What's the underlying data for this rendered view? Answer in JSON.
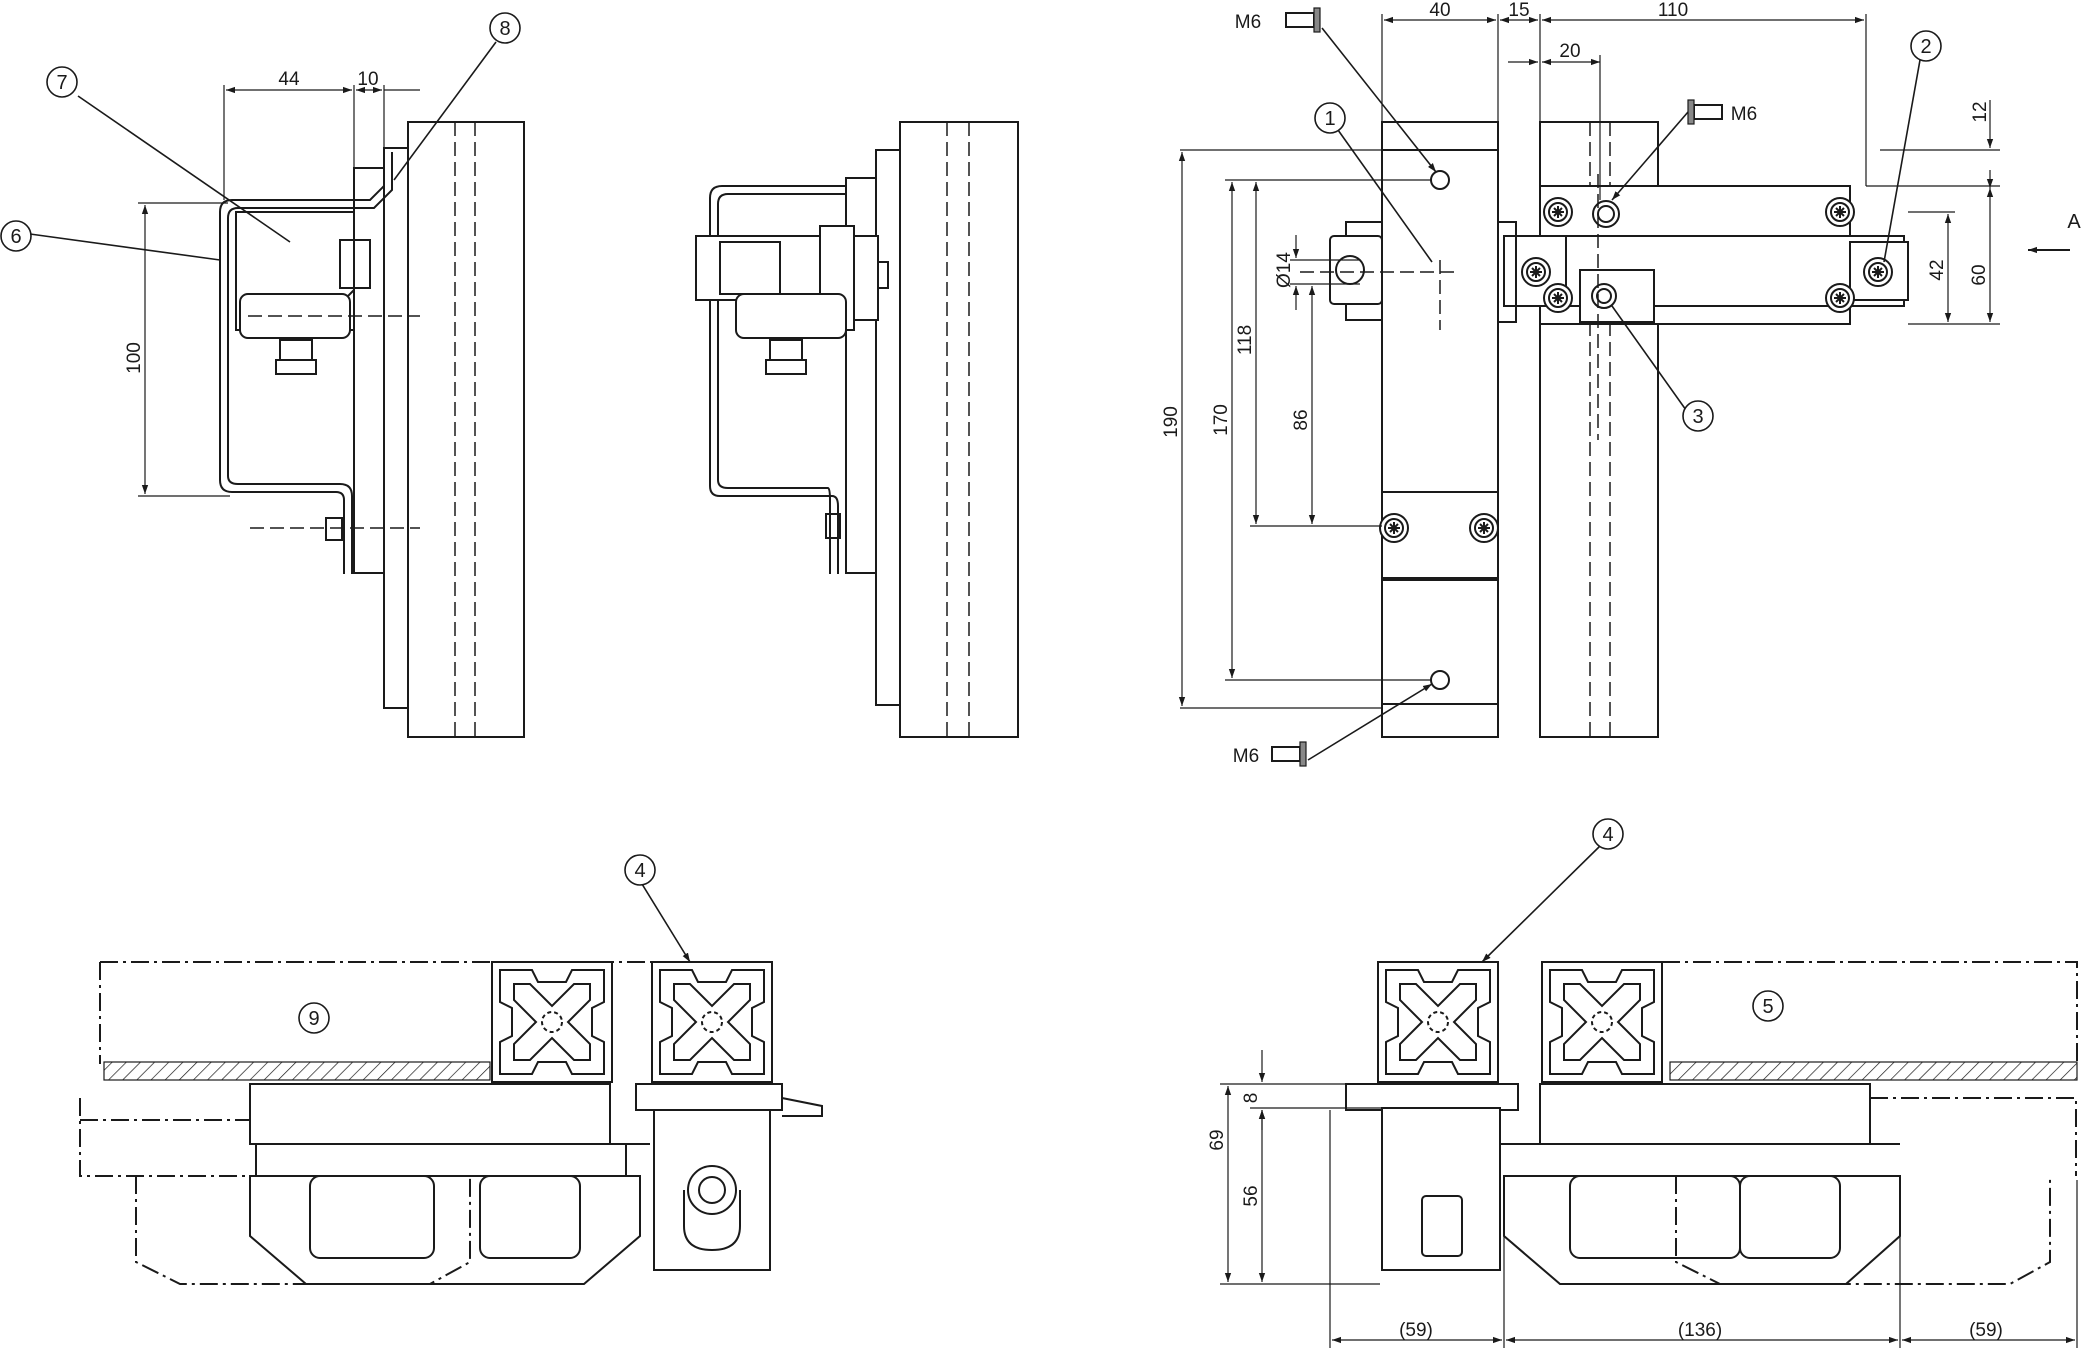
{
  "drawing": {
    "callouts": [
      "1",
      "2",
      "3",
      "4",
      "4",
      "5",
      "6",
      "7",
      "8",
      "9"
    ],
    "dimensions": {
      "side_view": [
        "44",
        "10",
        "100"
      ],
      "top_view": [
        "40",
        "15",
        "110",
        "20",
        "12",
        "42",
        "60",
        "190",
        "170",
        "118",
        "86",
        "Ø14"
      ],
      "bottom_right": [
        "8",
        "69",
        "56",
        "(59)",
        "(136)",
        "(59)"
      ]
    },
    "screw_labels": [
      "M6",
      "M6",
      "M6"
    ],
    "view_arrow_label": "A"
  }
}
